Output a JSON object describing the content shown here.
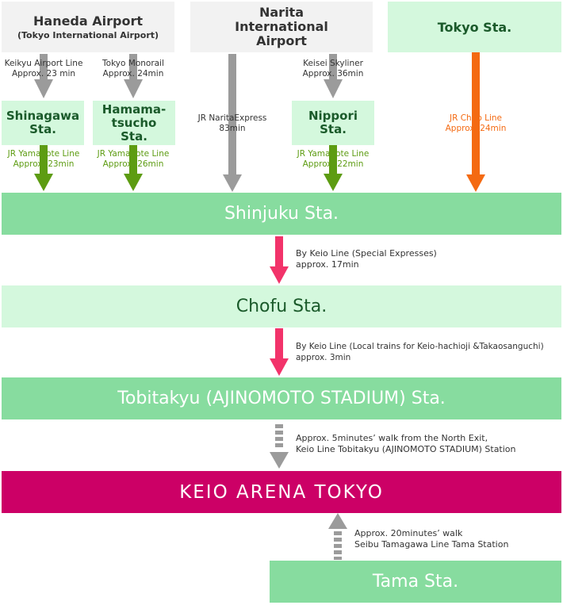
{
  "origins": {
    "haneda": {
      "title": "Haneda Airport",
      "subtitle": "(Tokyo International Airport)"
    },
    "narita": {
      "title": "Narita International Airport"
    },
    "tokyo": {
      "title": "Tokyo Sta."
    }
  },
  "routes": {
    "keikyu": {
      "line": "Keikyu Airport Line",
      "time": "Approx. 23 min"
    },
    "monorail": {
      "line": "Tokyo Monorail",
      "time": "Approx. 24min"
    },
    "narita_express": {
      "line": "JR NaritaExpress",
      "time": "83min"
    },
    "skyliner": {
      "line": "Keisei Skyliner",
      "time": "Approx. 36min"
    },
    "yamanote1": {
      "line": "JR Yamanote Line",
      "time": "Approx. 23min"
    },
    "yamanote2": {
      "line": "JR Yamanote Line",
      "time": "Approx. 26min"
    },
    "yamanote3": {
      "line": "JR Yamanote Line",
      "time": "Approx. 22min"
    },
    "chuo": {
      "line": "JR Chuo Line",
      "time": "Approx. 24min"
    },
    "keio_express": {
      "line": "By Keio Line (Special Expresses)",
      "time": "approx. 17min"
    },
    "keio_local": {
      "line": "By Keio Line (Local trains for Keio-hachioji &Takaosanguchi)",
      "time": "approx. 3min"
    },
    "walk_north": {
      "line": "Approx. 5minutes’ walk from the North Exit,",
      "time": "Keio Line Tobitakyu (AJINOMOTO STADIUM) Station"
    },
    "walk_tama": {
      "line": "Approx. 20minutes’ walk",
      "time": "Seibu Tamagawa Line Tama Station"
    }
  },
  "transfers": {
    "shinagawa": {
      "l1": "Shinagawa",
      "l2": "Sta."
    },
    "hamamatsucho": {
      "l1": "Hamama-",
      "l2": "tsucho",
      "l3": "Sta."
    },
    "nippori": {
      "l1": "Nippori",
      "l2": "Sta."
    }
  },
  "stations": {
    "shinjuku": "Shinjuku Sta.",
    "chofu": "Chofu Sta.",
    "tobitakyu": "Tobitakyu (AJINOMOTO STADIUM) Sta.",
    "arena": "KEIO ARENA TOKYO",
    "tama": "Tama Sta."
  },
  "colors": {
    "gray": "#9b9b9b",
    "green": "#5d9c12",
    "orange": "#f46a12",
    "pink": "#f2336a",
    "station_green": "#87dc9f",
    "station_light": "#d4f8dd",
    "arena": "#cc0066"
  }
}
